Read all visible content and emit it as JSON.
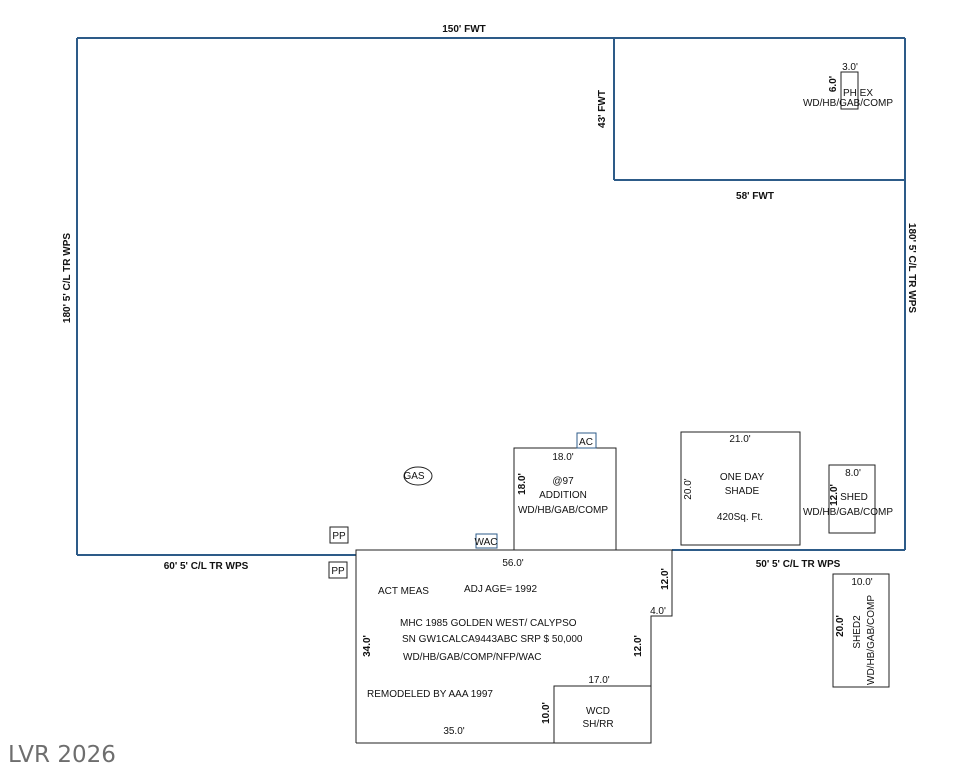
{
  "colors": {
    "lot_line": "#2d5b88",
    "bldg_line": "#222222",
    "text": "#111111",
    "watermark": "#6e6e6e"
  },
  "lot": {
    "top": "150' FWT",
    "left": "180'  5' C/L TR WPS",
    "right": "180'  5' C/L TR WPS",
    "bottom_left": "60'  5' C/L TR WPS",
    "bottom_right": "50'  5' C/L TR WPS"
  },
  "fenced_area": {
    "side": "43' FWT",
    "bottom": "58' FWT"
  },
  "ph_ex": {
    "label": "PH  EX",
    "desc": "WD/HB/GAB/COMP",
    "width": "3.0'",
    "depth": "6.0'"
  },
  "addition": {
    "top_dim": "18.0'",
    "side_dim": "18.0'",
    "line1": "@97",
    "line2": "ADDITION",
    "line3": "WD/HB/GAB/COMP"
  },
  "ac": "AC",
  "shade": {
    "top_dim": "21.0'",
    "side_dim": "20.0'",
    "line1": "ONE DAY",
    "line2": "SHADE",
    "area": "420Sq. Ft."
  },
  "shed": {
    "top_dim": "8.0'",
    "side_dim": "12.0'",
    "name": "SHED",
    "desc": "WD/HB/GAB/COMP"
  },
  "shed2": {
    "top_dim": "10.0'",
    "side_dim": "20.0'",
    "name": "SHED2",
    "desc": "WD/HB/GAB/COMP"
  },
  "gas": "GAS",
  "pp_upper": "PP",
  "pp_lower": "PP",
  "wac": "WAC",
  "main": {
    "top_dim": "56.0'",
    "right_dim_upper": "12.0'",
    "notch_dim": "4.0'",
    "right_dim_lower": "12.0'",
    "left_dim": "34.0'",
    "bottom_dim": "35.0'",
    "act_meas": "ACT MEAS",
    "adj_age": "ADJ AGE= 1992",
    "line1": "MHC 1985  GOLDEN WEST/ CALYPSO",
    "line2": "SN  GW1CALCA9443ABC   SRP $ 50,000",
    "line3": "WD/HB/GAB/COMP/NFP/WAC",
    "remodeled": "REMODELED BY AAA 1997"
  },
  "wcd": {
    "top_dim": "17.0'",
    "side_dim": "10.0'",
    "line1": "WCD",
    "line2": "SH/RR"
  },
  "watermark": "LVR 2026"
}
